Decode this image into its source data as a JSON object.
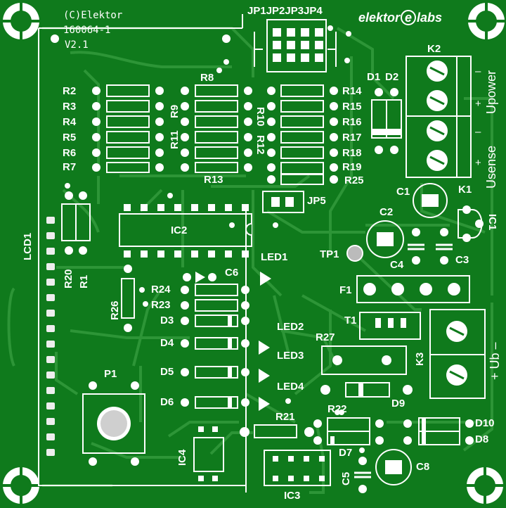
{
  "board": {
    "copyright": "(C)Elektor",
    "part_number": "160064-1",
    "version": "V2.1",
    "brand": "elektor",
    "brand_e": "e",
    "brand_suffix": "labs",
    "colors": {
      "substrate": "#0f7a1c",
      "trace": "#2f9a3a",
      "silk": "#ffffff",
      "pad": "#e8e8e8"
    }
  },
  "labels": {
    "jp_row": "JP1JP2JP3JP4",
    "k2": "K2",
    "k1": "K1",
    "k3": "K3",
    "usense": "Usense",
    "upower": "Upower",
    "ub": "Ub",
    "minus": "–",
    "plus": "+",
    "r2": "R2",
    "r3": "R3",
    "r4": "R4",
    "r5": "R5",
    "r6": "R6",
    "r7": "R7",
    "r8": "R8",
    "r9": "R9",
    "r11": "R11",
    "r10": "R10",
    "r12": "R12",
    "r13": "R13",
    "r14": "R14",
    "r15": "R15",
    "r16": "R16",
    "r17": "R17",
    "r18": "R18",
    "r19": "R19",
    "r25": "R25",
    "d1": "D1",
    "d2": "D2",
    "c1": "C1",
    "c2": "C2",
    "c3": "C3",
    "c4": "C4",
    "ic1": "IC1",
    "jp5": "JP5",
    "tp1": "TP1",
    "f1": "F1",
    "t1": "T1",
    "r27": "R27",
    "d9": "D9",
    "lcd1": "LCD1",
    "ic2": "IC2",
    "r20": "R20",
    "r1": "R1",
    "r26": "R26",
    "led1": "LED1",
    "c6": "C6",
    "r24": "R24",
    "r23": "R23",
    "d3": "D3",
    "d4": "D4",
    "led2": "LED2",
    "d5": "D5",
    "led3": "LED3",
    "led4": "LED4",
    "d6": "D6",
    "p1": "P1",
    "r21": "R21",
    "r22": "R22",
    "d7": "D7",
    "d10": "D10",
    "d8": "D8",
    "ic4": "IC4",
    "ic3": "IC3",
    "c5": "C5",
    "c8": "C8"
  }
}
